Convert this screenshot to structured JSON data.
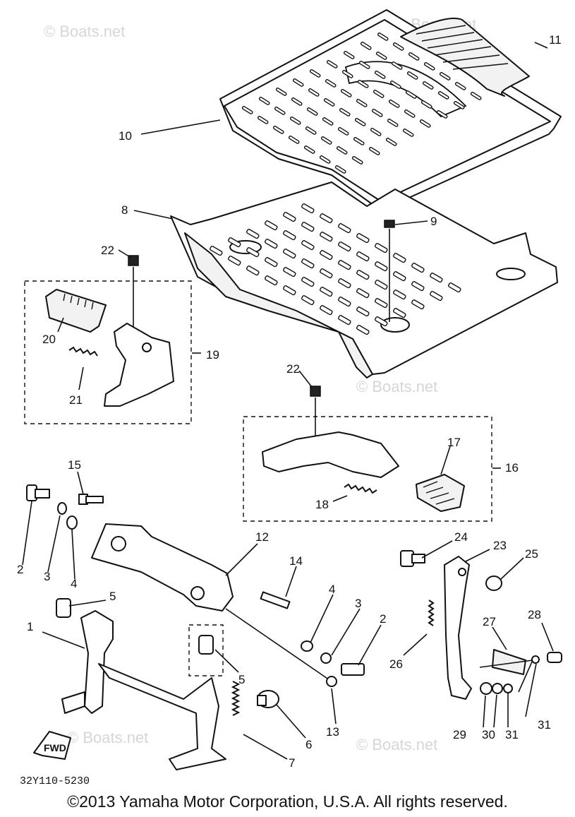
{
  "watermark": "© Boats.net",
  "drawing_code": "32Y110-5230",
  "fwd_label": "FWD",
  "copyright": "©2013 Yamaha Motor Corporation, U.S.A. All rights reserved.",
  "callouts": {
    "c1": "1",
    "c2a": "2",
    "c2b": "2",
    "c3a": "3",
    "c3b": "3",
    "c4a": "4",
    "c4b": "4",
    "c5a": "5",
    "c5b": "5",
    "c6": "6",
    "c7": "7",
    "c8": "8",
    "c9": "9",
    "c10": "10",
    "c11": "11",
    "c12": "12",
    "c13": "13",
    "c14": "14",
    "c15": "15",
    "c16": "16",
    "c17": "17",
    "c18": "18",
    "c19": "19",
    "c20": "20",
    "c21": "21",
    "c22a": "22",
    "c22b": "22",
    "c23": "23",
    "c24": "24",
    "c25": "25",
    "c26": "26",
    "c27": "27",
    "c28": "28",
    "c29": "29",
    "c30": "30",
    "c31a": "31",
    "c31b": "31"
  }
}
